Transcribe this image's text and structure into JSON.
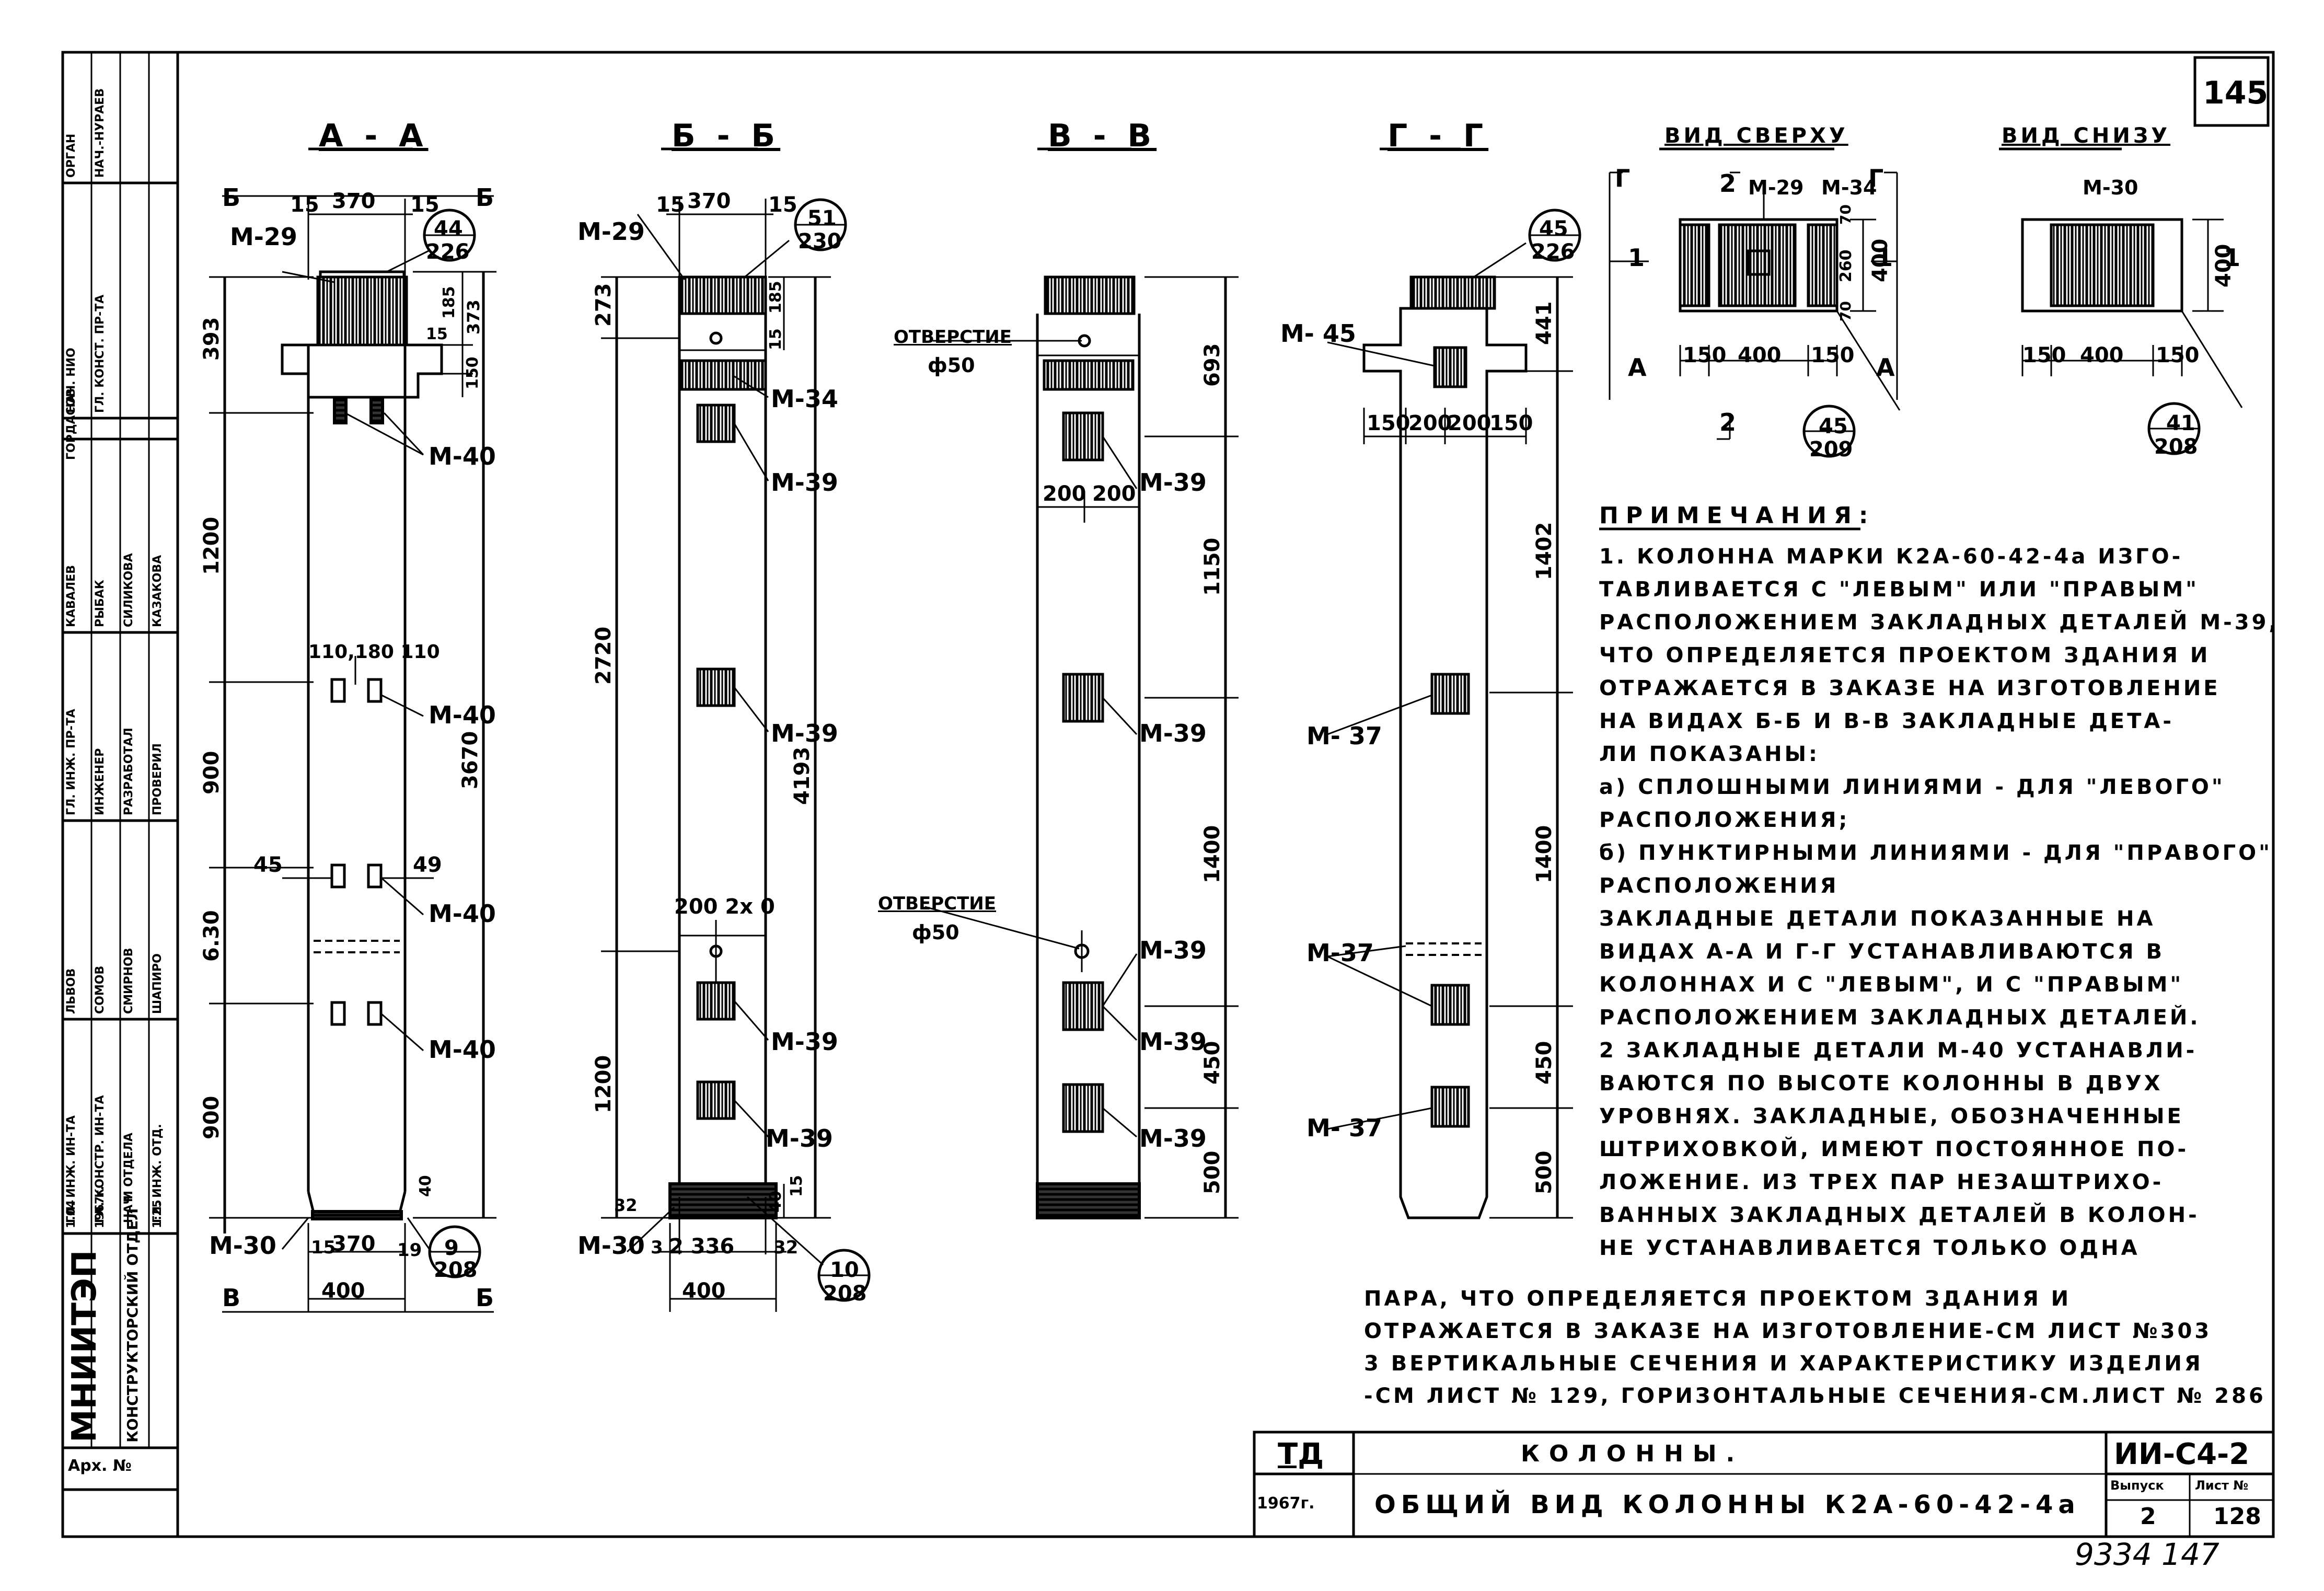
{
  "sheet_number": "145",
  "bottom_handwritten": "9334 147",
  "views": {
    "aa": {
      "title": "А - А"
    },
    "bb": {
      "title": "Б - Б"
    },
    "vv": {
      "title": "В - В"
    },
    "gg": {
      "title": "Г - Г"
    },
    "top": {
      "title": "ВИД СВЕРХУ"
    },
    "bottom": {
      "title": "ВИД СНИЗУ"
    }
  },
  "labels": {
    "m29": "М-29",
    "m34": "М-34",
    "m40": "М-40",
    "m39": "М-39",
    "m30": "М-30",
    "m45": "М- 45",
    "m37": "М- 37",
    "m37b": "М-37",
    "m29b": "М- 29",
    "m30b": "М-30",
    "hole": "ОТВЕРСТИЕ",
    "hole_dia": "ф50",
    "sec_b": "Б",
    "sec_v": "В",
    "sec_g": "Г",
    "sec_a": "А",
    "sec_1": "1",
    "sec_2": "2"
  },
  "dims": {
    "d15": "15",
    "d370": "370",
    "d19": "19",
    "d15b": "15",
    "d15c": "15",
    "d15d": "15",
    "d393": "393",
    "d1200": "1200",
    "d900": "900",
    "d630": "6.30",
    "d900b": "900",
    "d3670": "3670",
    "d373": "373",
    "d185": "185",
    "d150": "150",
    "d45": "45",
    "d49": "49",
    "d110": "110,180 110",
    "d400": "400",
    "d370b": "370",
    "d15e": "15",
    "d273": "273",
    "d2720": "2720",
    "d1200b": "1200",
    "d4193": "4193",
    "d185b": "185",
    "d2002": "200 2х 0",
    "d32": "32",
    "d336": "2 336",
    "d32b": "32",
    "d400b": "400",
    "d3": "3",
    "d40": "40",
    "d693": "693",
    "d1150": "1150",
    "d1400": "1400",
    "d450": "450",
    "d500": "500",
    "d200a": "200",
    "d200b": "200",
    "d441": "441",
    "d1402": "1402",
    "d1400b": "1400",
    "d450b": "450",
    "d500b": "500",
    "d150a": "150",
    "d200c": "200",
    "d200d": "200",
    "d150b": "150",
    "t70": "70",
    "t260": "260",
    "t70b": "70",
    "t400": "400",
    "t150": "150",
    "t400b": "400",
    "t150b": "150",
    "b400": "400",
    "b150": "150",
    "b400b": "400",
    "b150b": "150"
  },
  "circles": [
    {
      "top": "44",
      "bottom": "226"
    },
    {
      "top": "51",
      "bottom": "230"
    },
    {
      "top": "45",
      "bottom": "226"
    },
    {
      "top": "9",
      "bottom": "208"
    },
    {
      "top": "10",
      "bottom": "208"
    },
    {
      "top": "45",
      "bottom": "209"
    },
    {
      "top": "41",
      "bottom": "208"
    }
  ],
  "notes": {
    "heading": "ПРИМЕЧАНИЯ:",
    "lines": [
      "1. КОЛОННА МАРКИ К2А-60-42-4а ИЗГО-",
      "ТАВЛИВАЕТСЯ С \"ЛЕВЫМ\" ИЛИ \"ПРАВЫМ\"",
      "РАСПОЛОЖЕНИЕМ ЗАКЛАДНЫХ ДЕТАЛЕЙ М-39,",
      "ЧТО ОПРЕДЕЛЯЕТСЯ ПРОЕКТОМ ЗДАНИЯ И",
      "ОТРАЖАЕТСЯ В ЗАКАЗЕ НА ИЗГОТОВЛЕНИЕ",
      "НА ВИДАХ Б-Б И В-В ЗАКЛАДНЫЕ ДЕТА-",
      "ЛИ ПОКАЗАНЫ:",
      "а) СПЛОШНЫМИ ЛИНИЯМИ - ДЛЯ \"ЛЕВОГО\"",
      "   РАСПОЛОЖЕНИЯ;",
      "б) ПУНКТИРНЫМИ ЛИНИЯМИ - ДЛЯ \"ПРАВОГО\"",
      "   РАСПОЛОЖЕНИЯ",
      "ЗАКЛАДНЫЕ ДЕТАЛИ ПОКАЗАННЫЕ НА",
      "ВИДАХ А-А И Г-Г УСТАНАВЛИВАЮТСЯ В",
      "КОЛОННАХ И С \"ЛЕВЫМ\", И С \"ПРАВЫМ\"",
      "РАСПОЛОЖЕНИЕМ ЗАКЛАДНЫХ ДЕТАЛЕЙ.",
      "2 ЗАКЛАДНЫЕ ДЕТАЛИ М-40 УСТАНАВЛИ-",
      "ВАЮТСЯ ПО ВЫСОТЕ КОЛОННЫ В ДВУХ",
      "УРОВНЯХ. ЗАКЛАДНЫЕ, ОБОЗНАЧЕННЫЕ",
      "ШТРИХОВКОЙ, ИМЕЮТ ПОСТОЯННОЕ ПО-",
      "ЛОЖЕНИЕ. ИЗ ТРЕХ ПАР НЕЗАШТРИХО-",
      "ВАННЫХ ЗАКЛАДНЫХ ДЕТАЛЕЙ В КОЛОН-",
      "НЕ УСТАНАВЛИВАЕТСЯ ТОЛЬКО ОДНА"
    ],
    "wide_lines": [
      "ПАРА, ЧТО ОПРЕДЕЛЯЕТСЯ ПРОЕКТОМ ЗДАНИЯ И",
      "ОТРАЖАЕТСЯ В ЗАКАЗЕ НА ИЗГОТОВЛЕНИЕ-СМ ЛИСТ №303",
      "3 ВЕРТИКАЛЬНЫЕ СЕЧЕНИЯ И ХАРАКТЕРИСТИКУ ИЗДЕЛИЯ",
      "-СМ ЛИСТ № 129, ГОРИЗОНТАЛЬНЫЕ СЕЧЕНИЯ-СМ.ЛИСТ № 286"
    ]
  },
  "title_block": {
    "td": "ТД",
    "year": "1967г.",
    "name1": "КОЛОННЫ.",
    "name2": "ОБЩИЙ ВИД КОЛОННЫ К2А-60-42-4а",
    "code": "ИИ-С4-2",
    "issue_label": "Выпуск",
    "sheet_label": "Лист №",
    "issue": "2",
    "sheet": "128"
  },
  "side_stamp": {
    "org": "МНИИТЭП",
    "dept": "КОНСТРУКТОРСКИЙ ОТДЕЛ",
    "arch": "Арх. №",
    "c1": [
      "ГЛ. ИНЖ. ИН-ТА",
      "ГЛ. КОНСТР. ИН-ТА",
      "НАЧ. ОТДЕЛА",
      "ГЛ. ИНЖ. ОТД."
    ],
    "c2": [
      "ЛЬВОВ",
      "СОМОВ",
      "СМИРНОВ",
      "ШАПИРО"
    ],
    "c3": [
      "ГЛ. ИНЖ. ПР-ТА",
      "ИНЖЕНЕР",
      "РАЗРАБОТАЛ",
      "ПРОВЕРИЛ"
    ],
    "c4": [
      "КАВАЛЕВ",
      "РЫБАК",
      "СИЛИКОВА",
      "КАЗАКОВА"
    ],
    "c5": [
      "НАЧ. НИО",
      "ГЛ. КОНСТ. ПР-ТА",
      "ГОРДАСОВ"
    ],
    "c6": [
      "ОРГАН",
      "НАЧ.-НУРАЕВ"
    ],
    "date": "1.04",
    "year": "1967г.",
    "scale_m": "М",
    "scale": "1:25"
  }
}
